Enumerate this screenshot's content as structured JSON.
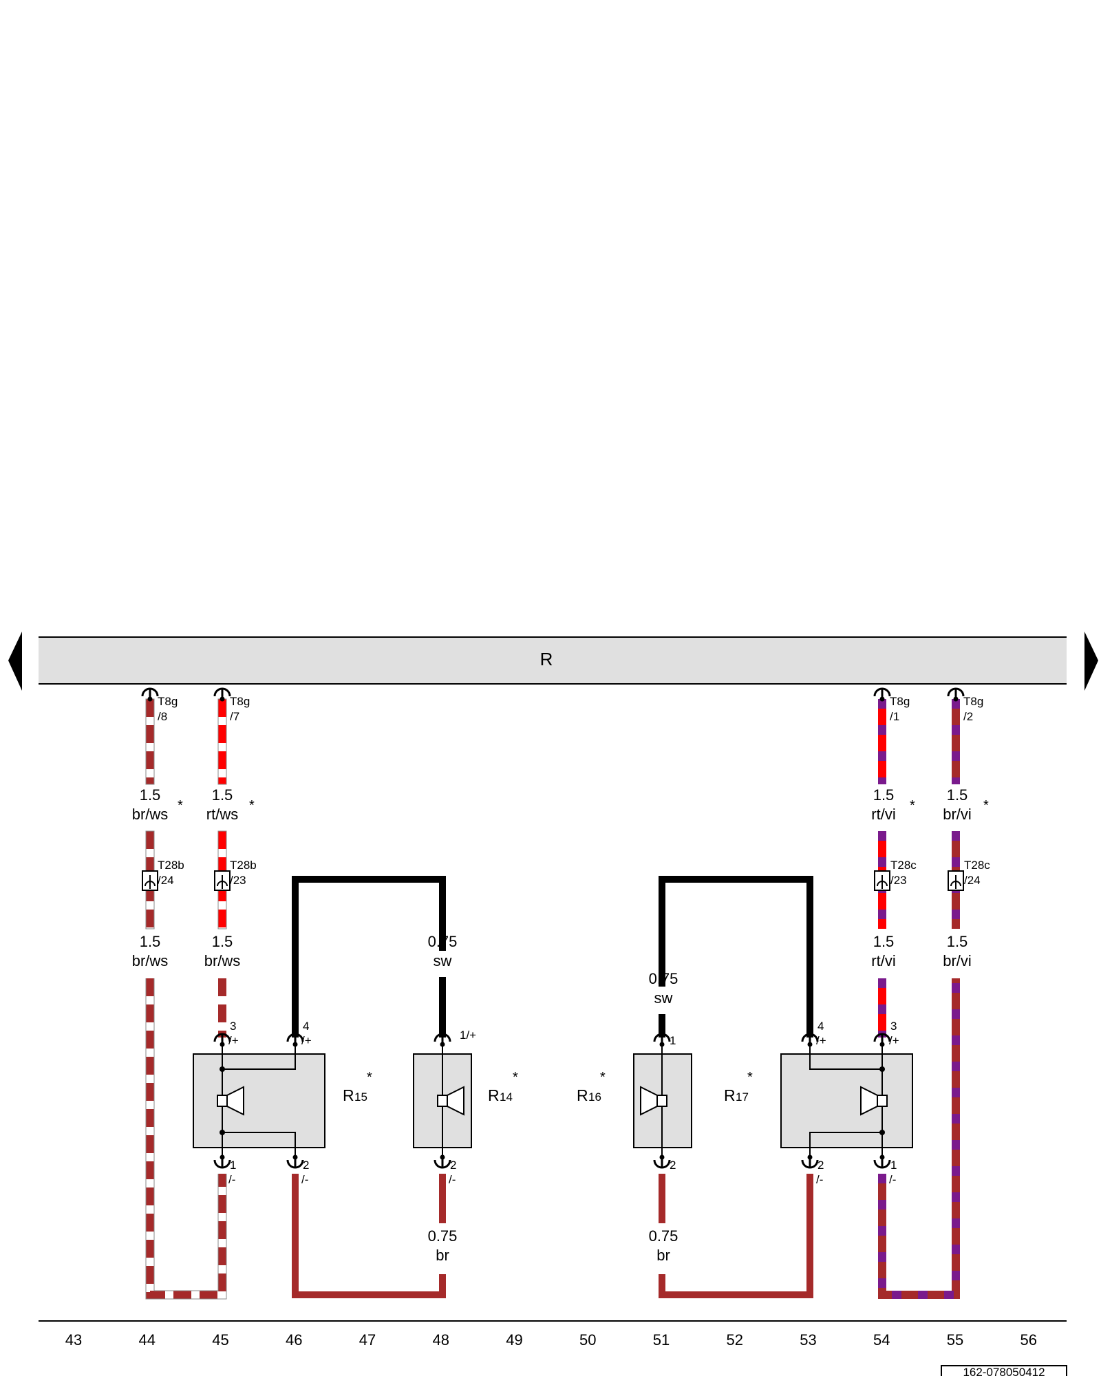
{
  "module": {
    "name": "R"
  },
  "wire_colors": {
    "br": "#a52a2a",
    "ws": "#ffffff",
    "rt": "#ff0000",
    "vi": "#7a1a8c",
    "sw": "#000000"
  },
  "wires": {
    "w44a": {
      "size": "1.5",
      "color": "br/ws",
      "asterisk": "*"
    },
    "w45a": {
      "size": "1.5",
      "color": "rt/ws",
      "asterisk": "*"
    },
    "w54a": {
      "size": "1.5",
      "color": "rt/vi",
      "asterisk": "*"
    },
    "w55a": {
      "size": "1.5",
      "color": "br/vi",
      "asterisk": "*"
    },
    "w44b": {
      "size": "1.5",
      "color": "br/ws"
    },
    "w45b": {
      "size": "1.5",
      "color": "br/ws"
    },
    "w54b": {
      "size": "1.5",
      "color": "rt/vi"
    },
    "w55b": {
      "size": "1.5",
      "color": "br/vi"
    },
    "w48top": {
      "size": "0.75",
      "color": "sw"
    },
    "w51top": {
      "size": "0.75",
      "color": "sw"
    },
    "w48bot": {
      "size": "0.75",
      "color": "br"
    },
    "w51bot": {
      "size": "0.75",
      "color": "br"
    }
  },
  "connectors": {
    "t8g_8": {
      "name": "T8g",
      "pin": "/8"
    },
    "t8g_7": {
      "name": "T8g",
      "pin": "/7"
    },
    "t8g_1": {
      "name": "T8g",
      "pin": "/1"
    },
    "t8g_2": {
      "name": "T8g",
      "pin": "/2"
    },
    "t28b_24": {
      "name": "T28b",
      "pin": "/24"
    },
    "t28b_23": {
      "name": "T28b",
      "pin": "/23"
    },
    "t28c_23": {
      "name": "T28c",
      "pin": "/23"
    },
    "t28c_24": {
      "name": "T28c",
      "pin": "/24"
    }
  },
  "components": {
    "r15": {
      "letter": "R",
      "sub": "15",
      "asterisk": "*"
    },
    "r14": {
      "letter": "R",
      "sub": "14",
      "asterisk": "*"
    },
    "r16": {
      "letter": "R",
      "sub": "16",
      "asterisk": "*"
    },
    "r17": {
      "letter": "R",
      "sub": "17",
      "asterisk": "*"
    }
  },
  "pins": {
    "r15_3": {
      "num": "3",
      "sign": "/+"
    },
    "r15_4": {
      "num": "4",
      "sign": "/+"
    },
    "r15_1": {
      "num": "1",
      "sign": "/-"
    },
    "r15_2": {
      "num": "2",
      "sign": "/-"
    },
    "r14_1": {
      "num": "1/+"
    },
    "r14_2": {
      "num": "2",
      "sign": "/-"
    },
    "r16_1": {
      "num": "1"
    },
    "r16_2": {
      "num": "2"
    },
    "r17_4": {
      "num": "4",
      "sign": "/+"
    },
    "r17_3": {
      "num": "3",
      "sign": "/+"
    },
    "r17_2": {
      "num": "2",
      "sign": "/-"
    },
    "r17_1": {
      "num": "1",
      "sign": "/-"
    }
  },
  "tracks": [
    "43",
    "44",
    "45",
    "46",
    "47",
    "48",
    "49",
    "50",
    "51",
    "52",
    "53",
    "54",
    "55",
    "56"
  ],
  "diagram_id": "162-078050412"
}
